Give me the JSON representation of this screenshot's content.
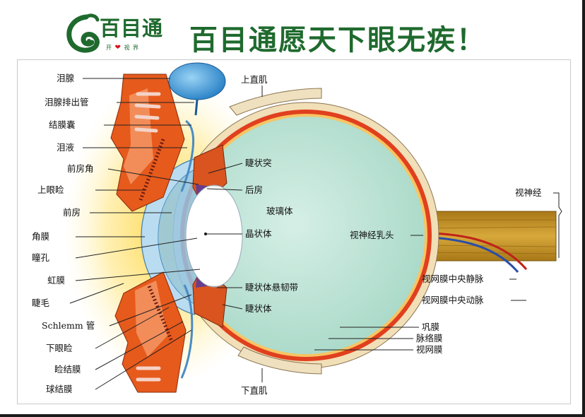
{
  "header": {
    "brand_text": "百目通",
    "brand_sub_left": "开",
    "brand_sub_right": "视 界",
    "slogan": "百目通愿天下眼无疾！"
  },
  "labels": {
    "lacrimal_gland": "泪腺",
    "lacrimal_duct": "泪腺排出管",
    "conjunctival_sac": "结膜囊",
    "tears": "泪液",
    "anterior_chamber_angle": "前房角",
    "upper_eyelid": "上眼睑",
    "anterior_chamber": "前房",
    "cornea": "角膜",
    "pupil": "瞳孔",
    "iris": "虹膜",
    "eyelash": "睫毛",
    "schlemm_canal": "Schlemm 管",
    "lower_eyelid": "下眼睑",
    "palpebral_conjunctiva": "睑结膜",
    "bulbar_conjunctiva": "球结膜",
    "superior_rectus": "上直肌",
    "ciliary_process": "睫状突",
    "posterior_chamber": "后房",
    "vitreous_body": "玻璃体",
    "lens": "晶状体",
    "zonule": "睫状体悬韧带",
    "ciliary_body": "睫状体",
    "optic_papilla": "视神经乳头",
    "optic_nerve": "视神经",
    "central_retinal_vein": "视网膜中央静脉",
    "central_retinal_artery": "视网膜中央动脉",
    "sclera": "巩膜",
    "choroid": "脉络膜",
    "retina": "视网膜",
    "inferior_rectus": "下直肌"
  },
  "colors": {
    "brand_green": "#1f6a2e",
    "vitreous": "#b9e2d4",
    "sclera": "#f1dfb8",
    "choroid": "#e0401e",
    "cornea": "#8fc6e8",
    "optic_nerve": "#c8971e"
  }
}
